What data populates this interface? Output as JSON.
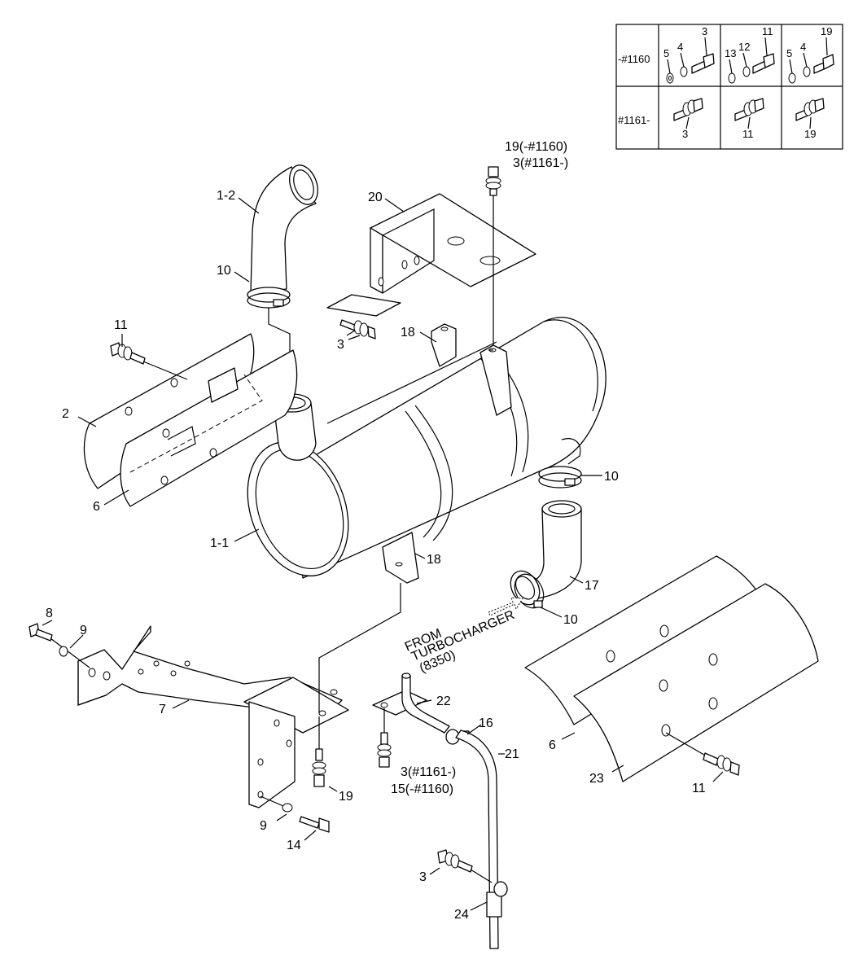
{
  "table": {
    "row1_label": "-#1160",
    "row2_label": "#1161-",
    "cell_a_nums": [
      "5",
      "4",
      "3"
    ],
    "cell_b_nums": [
      "13",
      "12",
      "11"
    ],
    "cell_c_nums": [
      "5",
      "4",
      "19"
    ],
    "cell_d_num": "3",
    "cell_e_num": "11",
    "cell_f_num": "19"
  },
  "labels": {
    "top_note_1": "19(-#1160)",
    "top_note_2": "3(#1161-)",
    "l_1_2": "1-2",
    "l_20": "20",
    "l_10_top": "10",
    "l_3_bracket": "3",
    "l_18_top": "18",
    "l_11_left": "11",
    "l_2": "2",
    "l_6_left": "6",
    "l_10_right": "10",
    "l_1_1": "1-1",
    "l_18_bottom": "18",
    "l_17": "17",
    "l_10_elbow": "10",
    "l_8": "8",
    "l_9_top": "9",
    "l_7": "7",
    "l_22": "22",
    "l_16": "16",
    "l_21": "21",
    "l_19_bottom": "19",
    "note_3_1161": "3(#1161-)",
    "note_15_1160": "15(-#1160)",
    "l_9_bottom": "9",
    "l_14": "14",
    "l_6_right": "6",
    "l_23": "23",
    "l_11_right": "11",
    "l_3_pipe": "3",
    "l_24": "24",
    "turbo_1": "FROM",
    "turbo_2": "TURBOCHARGER",
    "turbo_3": "(8350)"
  }
}
